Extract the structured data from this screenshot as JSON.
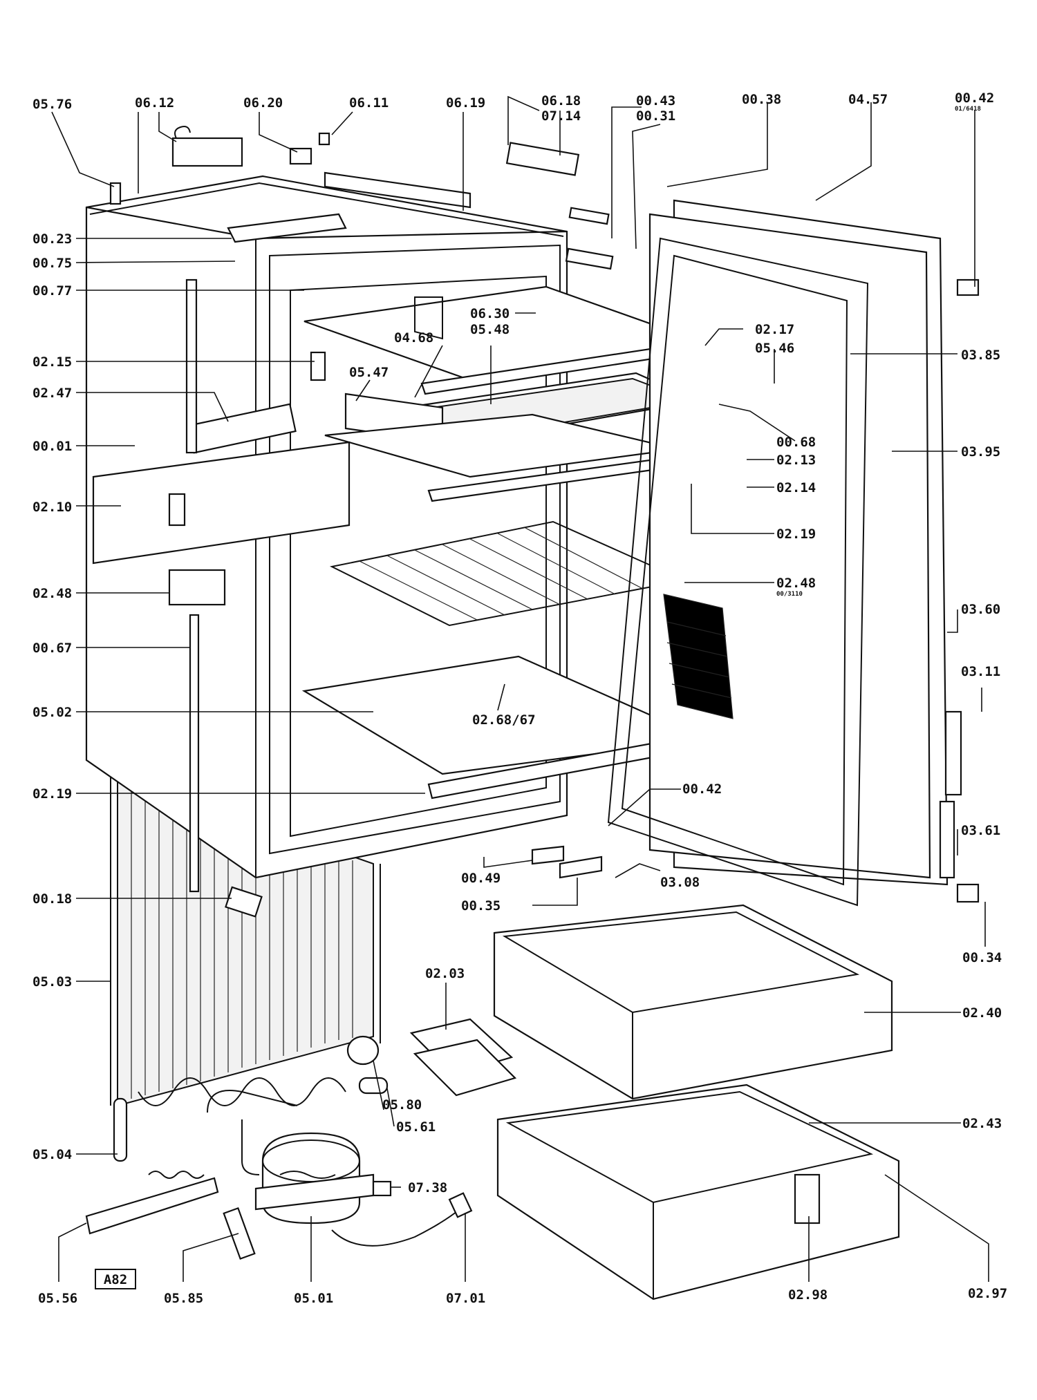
{
  "badge": "A82",
  "labels": [
    {
      "id": "05.76",
      "text": "05.76"
    },
    {
      "id": "06.12",
      "text": "06.12"
    },
    {
      "id": "06.20",
      "text": "06.20"
    },
    {
      "id": "06.11",
      "text": "06.11"
    },
    {
      "id": "06.19",
      "text": "06.19"
    },
    {
      "id": "06.18",
      "text": "06.18"
    },
    {
      "id": "07.14",
      "text": "07.14"
    },
    {
      "id": "00.43",
      "text": "00.43"
    },
    {
      "id": "00.31",
      "text": "00.31"
    },
    {
      "id": "00.38",
      "text": "00.38"
    },
    {
      "id": "04.57",
      "text": "04.57"
    },
    {
      "id": "00.42-top",
      "text": "00.42",
      "sub": "01/6418"
    },
    {
      "id": "00.23",
      "text": "00.23"
    },
    {
      "id": "00.75",
      "text": "00.75"
    },
    {
      "id": "00.77",
      "text": "00.77"
    },
    {
      "id": "06.30",
      "text": "06.30"
    },
    {
      "id": "04.68",
      "text": "04.68"
    },
    {
      "id": "05.48",
      "text": "05.48"
    },
    {
      "id": "02.17",
      "text": "02.17"
    },
    {
      "id": "05.46",
      "text": "05.46"
    },
    {
      "id": "03.85",
      "text": "03.85"
    },
    {
      "id": "02.15",
      "text": "02.15"
    },
    {
      "id": "05.47",
      "text": "05.47"
    },
    {
      "id": "02.47",
      "text": "02.47"
    },
    {
      "id": "00.68",
      "text": "00.68"
    },
    {
      "id": "00.01",
      "text": "00.01"
    },
    {
      "id": "02.13",
      "text": "02.13"
    },
    {
      "id": "03.95",
      "text": "03.95"
    },
    {
      "id": "02.14",
      "text": "02.14"
    },
    {
      "id": "02.10",
      "text": "02.10"
    },
    {
      "id": "02.19-right",
      "text": "02.19"
    },
    {
      "id": "02.48-left",
      "text": "02.48"
    },
    {
      "id": "02.48-right",
      "text": "02.48",
      "sub": "00/3110"
    },
    {
      "id": "03.60",
      "text": "03.60"
    },
    {
      "id": "00.67",
      "text": "00.67"
    },
    {
      "id": "03.11",
      "text": "03.11"
    },
    {
      "id": "05.02",
      "text": "05.02"
    },
    {
      "id": "02.68/67",
      "text": "02.68/67"
    },
    {
      "id": "00.42-mid",
      "text": "00.42"
    },
    {
      "id": "02.19-left",
      "text": "02.19"
    },
    {
      "id": "03.61",
      "text": "03.61"
    },
    {
      "id": "00.49",
      "text": "00.49"
    },
    {
      "id": "03.08",
      "text": "03.08"
    },
    {
      "id": "00.18",
      "text": "00.18"
    },
    {
      "id": "00.35",
      "text": "00.35"
    },
    {
      "id": "00.34",
      "text": "00.34"
    },
    {
      "id": "02.03",
      "text": "02.03"
    },
    {
      "id": "05.03",
      "text": "05.03"
    },
    {
      "id": "02.40",
      "text": "02.40"
    },
    {
      "id": "05.80",
      "text": "05.80"
    },
    {
      "id": "05.61",
      "text": "05.61"
    },
    {
      "id": "02.43",
      "text": "02.43"
    },
    {
      "id": "05.04",
      "text": "05.04"
    },
    {
      "id": "07.38",
      "text": "07.38"
    },
    {
      "id": "05.56",
      "text": "05.56"
    },
    {
      "id": "05.85",
      "text": "05.85"
    },
    {
      "id": "05.01",
      "text": "05.01"
    },
    {
      "id": "07.01",
      "text": "07.01"
    },
    {
      "id": "02.98",
      "text": "02.98"
    },
    {
      "id": "02.97",
      "text": "02.97"
    }
  ]
}
